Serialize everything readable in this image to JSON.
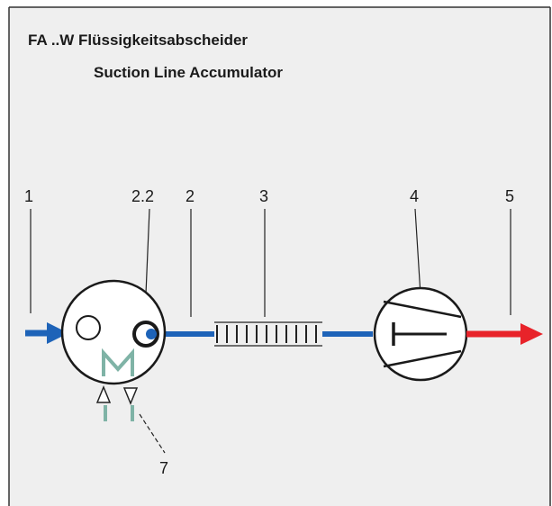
{
  "header": {
    "title": "FA ..W Flüssigkeitsabscheider",
    "subtitle": "Suction Line Accumulator"
  },
  "labels": {
    "n1": "1",
    "n22": "2.2",
    "n2": "2",
    "n3": "3",
    "n4": "4",
    "n5": "5",
    "n7": "7"
  },
  "colors": {
    "panel_bg": "#efefef",
    "border": "#333333",
    "inlet_blue": "#1e63b8",
    "outlet_red": "#e8232a",
    "teal": "#7fb3a6"
  },
  "icons": {
    "accumulator": "accumulator-symbol-icon",
    "compressor": "compressor-symbol-icon",
    "heat_exchanger": "heat-exchanger-symbol-icon"
  }
}
